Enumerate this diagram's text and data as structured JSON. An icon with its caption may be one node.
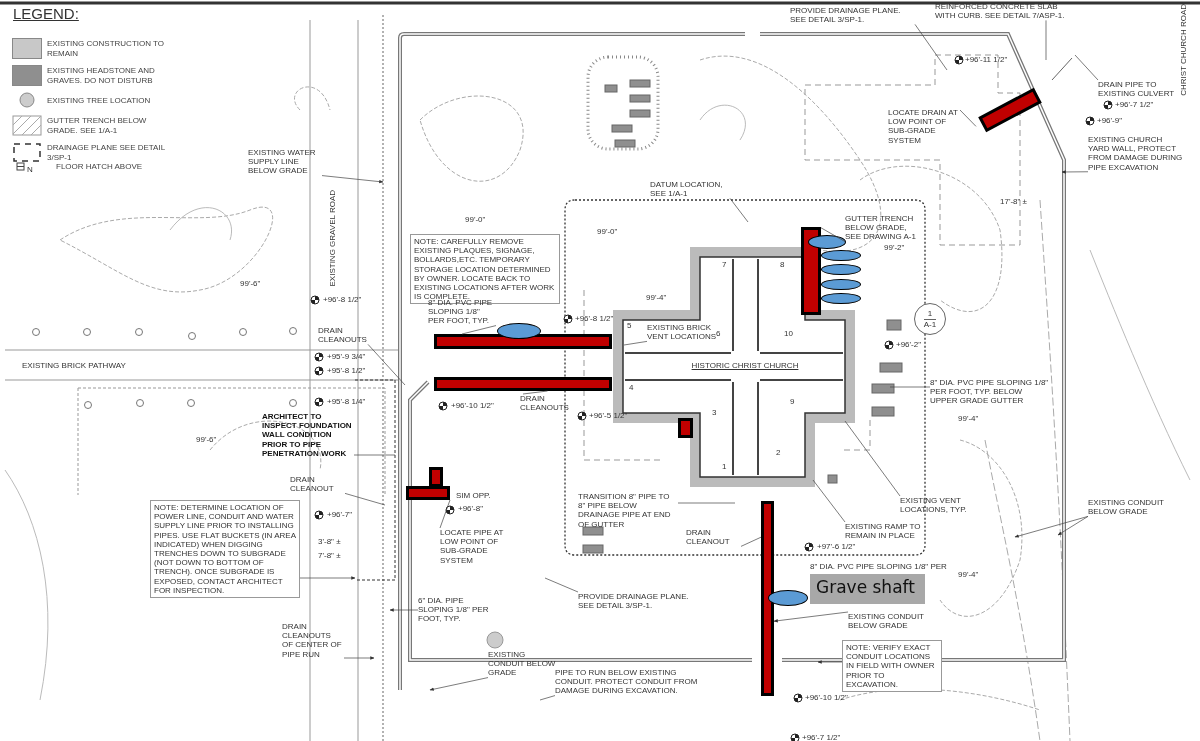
{
  "diagram": {
    "nodes": [
      {
        "text": [
          "EXISTING WATER SUPPLY LINE BELOW GRADE"
        ]
      },
      {
        "text": [
          "PROVIDE DRAINAGE PLANE. SEE DETAIL 3/SP-1."
        ]
      },
      {
        "text": [
          "REINFORCED CONCRETE SLAB WITH CURB. SEE DETAIL 7/ASP-1."
        ]
      },
      {
        "text": [
          "DRAIN PIPE TO EXISTING CULVERT"
        ]
      },
      {
        "text": [
          "LOCATE DRAIN AT LOW POINT OF SUB-GRADE SYSTEM"
        ]
      },
      {
        "text": [
          "EXISTING CHURCH YARD WALL, PROTECT FROM DAMAGE DURING PIPE EXCAVATION"
        ]
      },
      {
        "text": [
          "DATUM LOCATION, SEE 1/A-1"
        ]
      },
      {
        "text": [
          "NOTE: CAREFULLY REMOVE EXISTING PLAQUES, SIGNAGE, BOLLARDS,ETC. TEMPORARY STORAGE LOCATION DETERMINED BY OWNER. LOCATE BACK TO EXISTING LOCATIONS AFTER WORK IS COMPLETE."
        ]
      },
      {
        "text": [
          "GUTTER TRENCH BELOW GRADE, SEE DRAWING A-1"
        ]
      },
      {
        "text": [
          "8\" DIA. PVC PIPE SLOPING 1/8\" PER FOOT, TYP."
        ]
      },
      {
        "text": [
          "HISTORIC CHRIST CHURCH"
        ]
      },
      {
        "text": [
          "EXISTING BRICK VENT LOCATIONS"
        ],
        "in": 10
      },
      {
        "text": [
          "DRAIN CLEANOUTS"
        ]
      },
      {
        "text": [
          "ARCHITECT TO INSPECT FOUNDATION WALL CONDITION PRIOR TO PIPE PENETRATION WORK"
        ]
      },
      {
        "text": [
          "DRAIN CLEANOUTS"
        ]
      },
      {
        "text": [
          "8\" DIA. PVC PIPE SLOPING 1/8\" PER FOOT, TYP. BELOW UPPER GRADE GUTTER"
        ]
      },
      {
        "text": [
          "DRAIN CLEANOUT"
        ]
      },
      {
        "text": [
          "NOTE: DETERMINE LOCATION OF POWER LINE, CONDUIT AND WATER SUPPLY LINE PRIOR TO INSTALLING PIPES. USE FLAT BUCKETS (IN AREA INDICATED) WHEN DIGGING TRENCHES DOWN TO SUBGRADE (NOT DOWN TO BOTTOM OF TRENCH). ONCE SUBGRADE IS EXPOSED, CONTACT ARCHITECT FOR INSPECTION."
        ]
      },
      {
        "text": [
          "LOCATE PIPE AT LOW POINT OF SUB-GRADE SYSTEM"
        ]
      },
      {
        "text": [
          "TRANSITION 8\" PIPE TO 8\" PIPE BELOW DRAINAGE PIPE AT END OF GUTTER"
        ]
      },
      {
        "text": [
          "DRAIN CLEANOUT"
        ]
      },
      {
        "text": [
          "EXISTING VENT LOCATIONS, TYP."
        ]
      },
      {
        "text": [
          "EXISTING RAMP TO REMAIN IN PLACE"
        ]
      },
      {
        "text": [
          "6\" DIA. PIPE SLOPING 1/8\" PER FOOT, TYP."
        ]
      },
      {
        "text": [
          "PROVIDE DRAINAGE PLANE. SEE DETAIL 3/SP-1."
        ]
      },
      {
        "text": [
          "DRAIN CLEANOUTS OF CENTER OF PIPE RUN"
        ]
      },
      {
        "text": [
          "EXISTING CONDUIT BELOW GRADE"
        ]
      },
      {
        "text": [
          "PIPE TO RUN BELOW EXISTING CONDUIT. PROTECT CONDUIT FROM DAMAGE DURING EXCAVATION."
        ]
      },
      {
        "text": [
          "Grave shaft"
        ],
        "beside": [
          "8\" DIA. PVC PIPE SLOPING 1/8\" PER"
        ]
      },
      {
        "text": [
          "EXISTING CONDUIT BELOW GRADE"
        ]
      },
      {
        "text": [
          "NOTE: VERIFY EXACT CONDUIT LOCATIONS IN FIELD WITH OWNER PRIOR TO EXCAVATION."
        ]
      },
      {
        "text": [
          "EXISTING CONDUIT BELOW GRADE"
        ]
      },
      {
        "text": [
          "1",
          "A-1"
        ]
      },
      {
        "text": [],
        "shape": "bar"
      },
      {
        "text": [],
        "shape": "bar"
      },
      {
        "text": [],
        "shape": "bar"
      },
      {
        "text": [],
        "shape": "bar"
      },
      {
        "text": [],
        "shape": "bar"
      },
      {
        "text": [],
        "shape": "bar"
      },
      {
        "text": [],
        "shape": "bar"
      },
      {
        "text": [],
        "shape": "bar"
      },
      {
        "text": [],
        "shape": "ellipse"
      },
      {
        "text": [],
        "shape": "ellipse"
      },
      {
        "text": [],
        "shape": "ellipse"
      },
      {
        "text": [],
        "shape": "ellipse"
      },
      {
        "text": [],
        "shape": "ellipse"
      },
      {
        "text": [],
        "shape": "ellipse"
      },
      {
        "text": [],
        "shape": "ellipse"
      }
    ],
    "edges": [
      {
        "from": 0,
        "to": null,
        "arrow": "to"
      },
      {
        "from": 1,
        "to": null,
        "arrow": "none"
      },
      {
        "from": 2,
        "to": null,
        "arrow": "none"
      },
      {
        "from": 3,
        "to": null,
        "arrow": "none"
      },
      {
        "from": 4,
        "to": 40,
        "arrow": "none"
      },
      {
        "from": 5,
        "to": null,
        "arrow": "to"
      },
      {
        "from": 6,
        "to": null,
        "arrow": "none"
      },
      {
        "from": 8,
        "to": 36,
        "arrow": "none"
      },
      {
        "from": 9,
        "to": 33,
        "arrow": "none"
      },
      {
        "from": 11,
        "to": null,
        "arrow": "none"
      },
      {
        "from": 12,
        "to": null,
        "arrow": "none"
      },
      {
        "from": 13,
        "to": null,
        "arrow": "none"
      },
      {
        "from": 14,
        "to": 34,
        "arrow": "none"
      },
      {
        "from": 15,
        "to": null,
        "arrow": "none"
      },
      {
        "from": 16,
        "to": null,
        "arrow": "none"
      },
      {
        "from": 17,
        "to": null,
        "arrow": "to"
      },
      {
        "from": 18,
        "to": 38,
        "arrow": "none"
      },
      {
        "from": 19,
        "to": null,
        "arrow": "none"
      },
      {
        "from": 20,
        "to": 39,
        "arrow": "none"
      },
      {
        "from": 21,
        "to": 10,
        "arrow": "none"
      },
      {
        "from": 22,
        "to": 10,
        "arrow": "none"
      },
      {
        "from": 23,
        "to": null,
        "arrow": "to"
      },
      {
        "from": 24,
        "to": null,
        "arrow": "none"
      },
      {
        "from": 25,
        "to": null,
        "arrow": "to"
      },
      {
        "from": 26,
        "to": null,
        "arrow": "to"
      },
      {
        "from": 27,
        "to": null,
        "arrow": "none"
      },
      {
        "from": 29,
        "to": 39,
        "arrow": "to"
      },
      {
        "from": 30,
        "to": null,
        "arrow": "to"
      },
      {
        "from": 31,
        "to": null,
        "arrow": "to"
      },
      {
        "from": 31,
        "to": null,
        "arrow": "to"
      }
    ],
    "labels": [
      "LEGEND:",
      "N",
      "EXISTING GRAVEL ROAD",
      "CHRIST CHURCH ROAD",
      "EXISTING BRICK PATHWAY",
      "+96'-11 1/2\"",
      "+96'-7 1/2\"",
      "+96'-9\"",
      "17'-8\" ±",
      "+96'-8 1/2\"",
      "+96'-8 1/2\"",
      "+96'-2\"",
      "+95'-9 3/4\"",
      "+95'-8 1/2\"",
      "+95'-8 1/4\"",
      "+96'-10 1/2\"",
      "+96'-5 1/2\"",
      "+96'-7\"",
      "SIM OPP.",
      "+96'-8\"",
      "3'-8\" ±",
      "7'-8\" ±",
      "+97'-6 1/2\"",
      "+96'-10 1/2\"",
      "+96'-7 1/2\"",
      "7",
      "8",
      "5",
      "6",
      "10",
      "4",
      "3",
      "9",
      "2",
      "1",
      "99'-6\"",
      "99'-6\"",
      "99'-0\"",
      "99'-0\"",
      "99'-4\"",
      "99'-2\"",
      "99'-4\"",
      "99'-4\""
    ],
    "legend": [
      {
        "text": "EXISTING CONSTRUCTION TO REMAIN",
        "color": "#c8c8c8"
      },
      {
        "text": "EXISTING HEADSTONE AND GRAVES. DO NOT DISTURB",
        "color": "#8f8f8f"
      },
      {
        "text": "EXISTING TREE LOCATION"
      },
      {
        "text": "GUTTER TRENCH BELOW GRADE. SEE 1/A-1"
      },
      {
        "text": "DRAINAGE PLANE SEE DETAIL 3/SP-1"
      },
      {
        "text": "FLOOR HATCH ABOVE"
      }
    ]
  }
}
